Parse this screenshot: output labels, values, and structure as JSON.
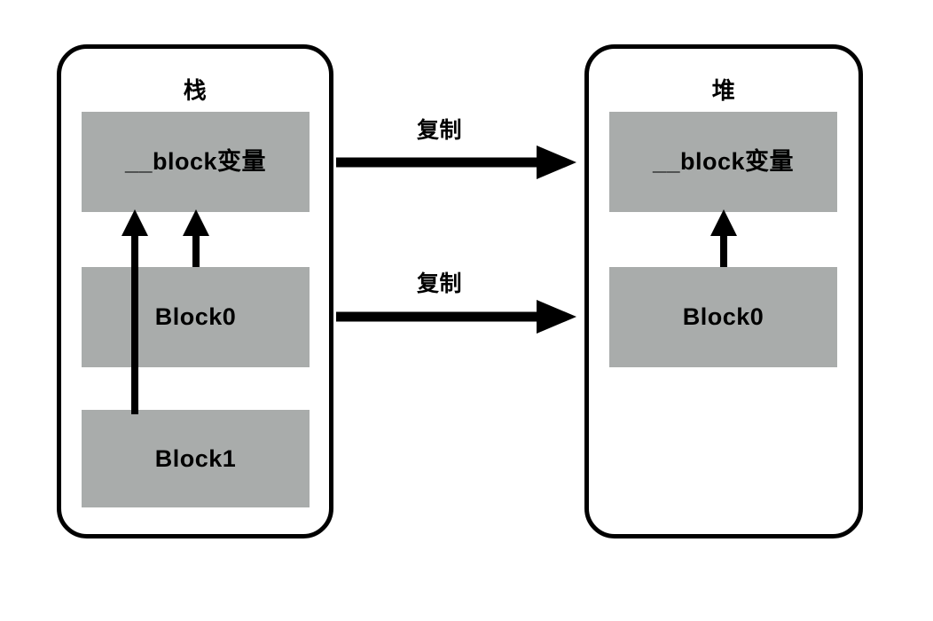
{
  "diagram": {
    "title_hidden": "",
    "panels": [
      {
        "key": "stack",
        "title": "栈",
        "blocks": [
          {
            "key": "blockvar",
            "label": "__block变量"
          },
          {
            "key": "block0",
            "label": "Block0"
          },
          {
            "key": "block1",
            "label": "Block1"
          }
        ]
      },
      {
        "key": "heap",
        "title": "堆",
        "blocks": [
          {
            "key": "blockvar",
            "label": "__block变量"
          },
          {
            "key": "block0",
            "label": "Block0"
          }
        ]
      }
    ],
    "arrows": [
      {
        "key": "copy-top",
        "label": "复制",
        "direction": "right",
        "from": "stack.blockvar",
        "to": "heap.blockvar"
      },
      {
        "key": "copy-bottom",
        "label": "复制",
        "direction": "right",
        "from": "stack.block0",
        "to": "heap.block0"
      },
      {
        "key": "stack-block0-to-blockvar",
        "label": "",
        "direction": "up",
        "from": "stack.block0",
        "to": "stack.blockvar"
      },
      {
        "key": "stack-block1-to-blockvar",
        "label": "",
        "direction": "up",
        "from": "stack.block1",
        "to": "stack.blockvar"
      },
      {
        "key": "heap-block0-to-blockvar",
        "label": "",
        "direction": "up",
        "from": "heap.block0",
        "to": "heap.blockvar"
      }
    ],
    "colors": {
      "background": "#ffffff",
      "block_fill": "#a9acab",
      "stroke": "#000000",
      "text": "#000000"
    }
  }
}
